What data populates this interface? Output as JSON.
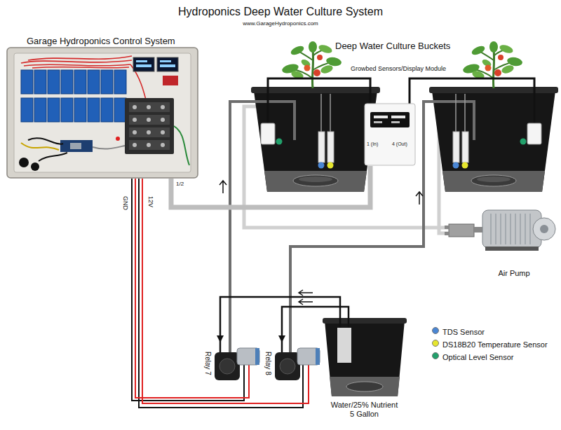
{
  "diagram": {
    "title": "Hydroponics Deep Water Culture System",
    "nodes": [
      {
        "text": [
          "Garage Hydroponics Control System"
        ]
      },
      {
        "text": [
          "Growbed Sensors/Display Module",
          "1 (In)",
          "4 (Out)"
        ]
      },
      {
        "text": [
          "Relay 7"
        ]
      },
      {
        "text": [
          "Relay 8"
        ]
      },
      {
        "text": [
          "Water/25% Nutrient 5 Gallon"
        ]
      },
      {
        "text": [
          "Air Pump"
        ]
      }
    ],
    "edges": [
      {
        "from": 0,
        "to": 1,
        "arrow": "none"
      },
      {
        "from": 0,
        "to": 2,
        "arrow": "none"
      },
      {
        "from": 0,
        "to": 3,
        "arrow": "none"
      },
      {
        "from": 4,
        "to": 2,
        "arrow": "to"
      },
      {
        "from": 4,
        "to": 3,
        "arrow": "to"
      }
    ],
    "labels": [
      "www.GarageHydroponics.com",
      "Deep Water Culture Buckets",
      "1/2",
      "GND",
      "12V"
    ],
    "legend": [
      {
        "text": "TDS Sensor",
        "color": "#4a86d4"
      },
      {
        "text": "DS18B20 Temperature Sensor",
        "color": "#e6e62e"
      },
      {
        "text": "Optical Level Sensor",
        "color": "#22a06b"
      }
    ]
  }
}
